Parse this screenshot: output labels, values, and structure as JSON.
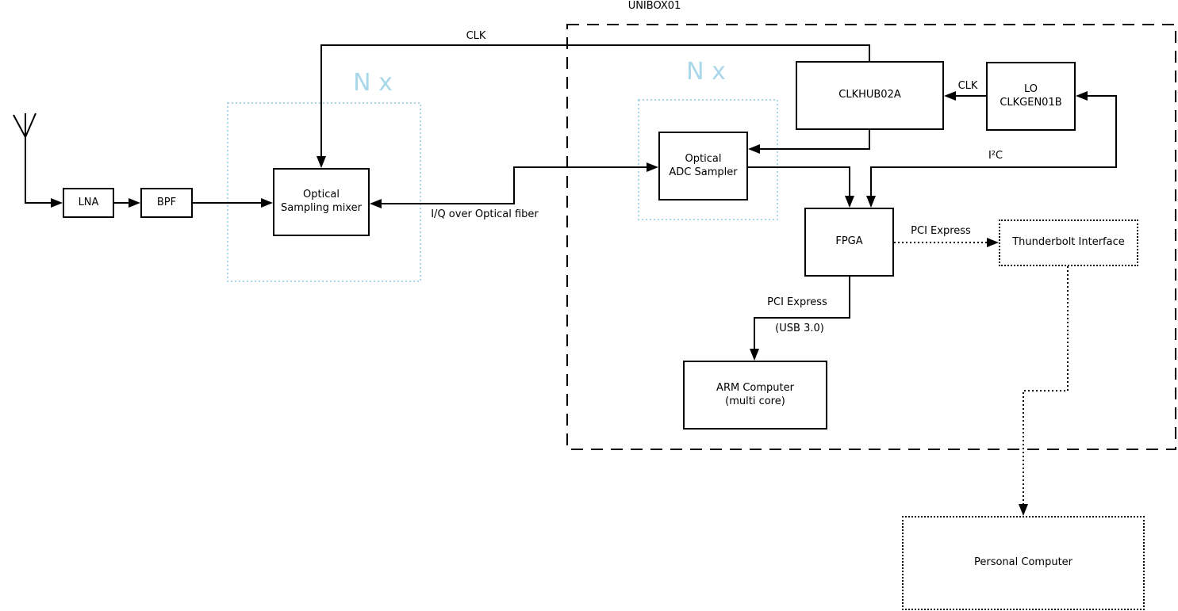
{
  "diagram": {
    "enclosure": {
      "label": "UNIBOX01"
    },
    "multipliers": {
      "left": "N x",
      "right": "N x"
    },
    "nodes": {
      "lna": "LNA",
      "bpf": "BPF",
      "mixer": "Optical\nSampling mixer",
      "adc": "Optical\nADC Sampler",
      "clkhub": "CLKHUB02A",
      "lo": "LO\nCLKGEN01B",
      "fpga": "FPGA",
      "arm": "ARM Computer\n(multi core)",
      "thunderbolt": "Thunderbolt Interface",
      "pc": "Personal Computer"
    },
    "edge_labels": {
      "clk_distribution": "CLK",
      "iq_fiber": "I/Q over Optical fiber",
      "clk_lo": "CLK",
      "i2c": "I²C",
      "pcie_thunderbolt": "PCI Express",
      "pcie_arm": "PCI Express",
      "usb30": "(USB 3.0)"
    },
    "colors": {
      "line": "#000000",
      "accent": "#a9d7ea",
      "background": "#ffffff"
    }
  }
}
